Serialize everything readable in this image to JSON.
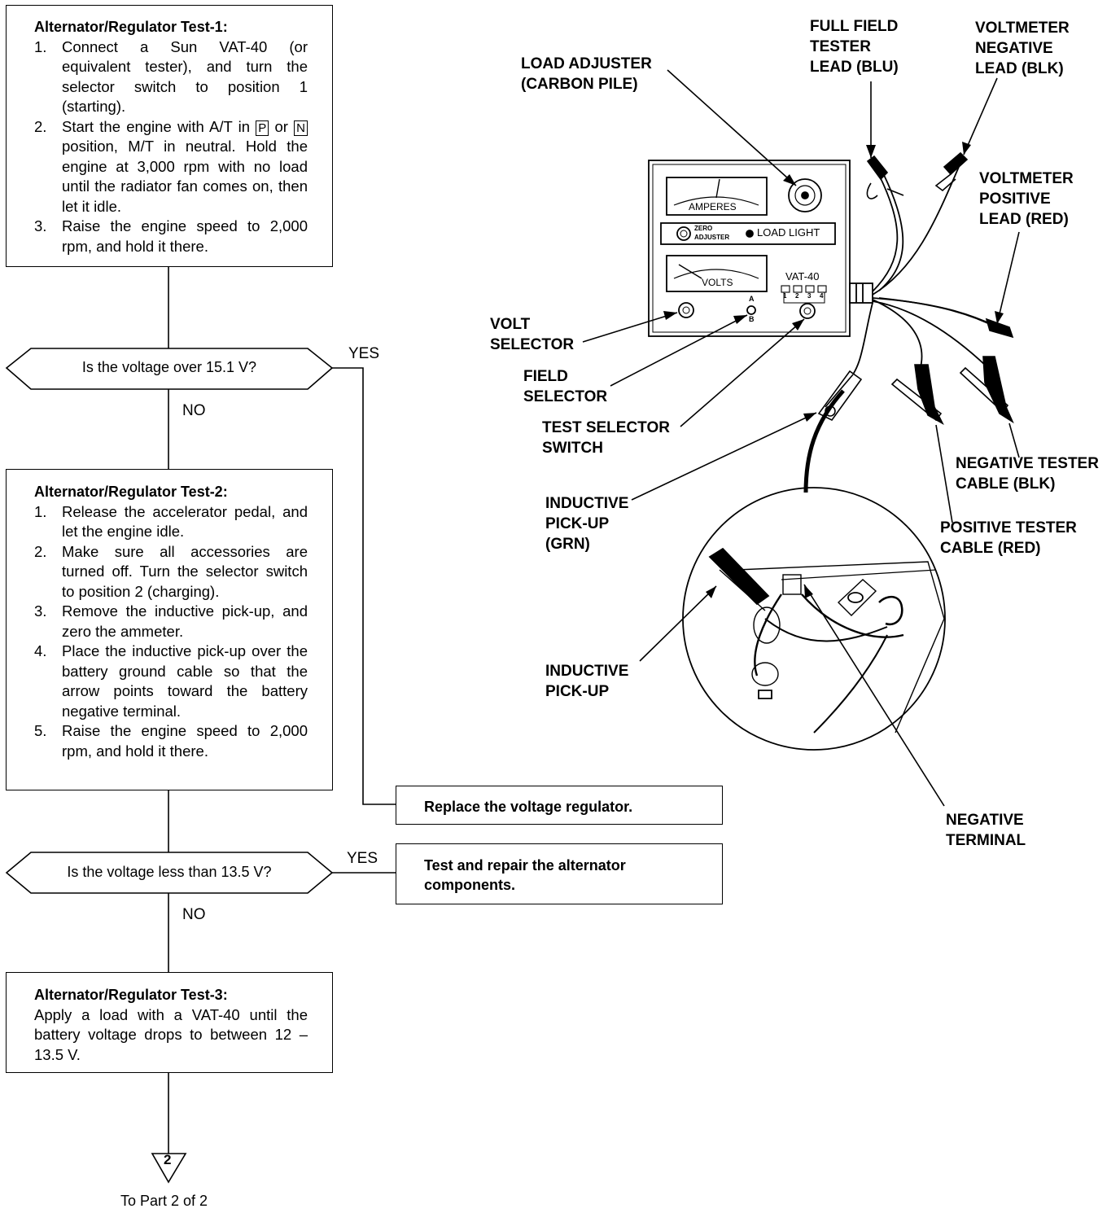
{
  "flow": {
    "test1": {
      "title": "Alternator/Regulator Test-1:",
      "steps": [
        {
          "num": "1.",
          "text": "Connect a Sun VAT-40 (or equivalent tester), and turn the selector switch to position 1 (starting)."
        },
        {
          "num": "2.",
          "pre": "Start the engine with A/T in",
          "key1": "P",
          "mid": "or",
          "key2": "N",
          "post": "position, M/T in neutral. Hold the engine at 3,000 rpm with no load until the radiator fan comes on, then let it idle."
        },
        {
          "num": "3.",
          "text": "Raise the engine speed to 2,000 rpm, and hold it there."
        }
      ]
    },
    "decision1": {
      "question": "Is the voltage over 15.1 V?",
      "yes": "YES",
      "no": "NO"
    },
    "test2": {
      "title": "Alternator/Regulator Test-2:",
      "steps": [
        {
          "num": "1.",
          "text": "Release the accelerator pedal, and let the engine idle."
        },
        {
          "num": "2.",
          "text": "Make sure all accessories are turned off. Turn the selector switch to position 2 (charging)."
        },
        {
          "num": "3.",
          "text": "Remove the inductive pick-up, and zero the ammeter."
        },
        {
          "num": "4.",
          "text": "Place the inductive pick-up over the battery ground cable so that the arrow points toward the battery negative terminal."
        },
        {
          "num": "5.",
          "text": "Raise the engine speed to 2,000 rpm, and hold it there."
        }
      ]
    },
    "result1": "Replace the voltage regulator.",
    "decision2": {
      "question": "Is the voltage less than 13.5 V?",
      "yes": "YES",
      "no": "NO"
    },
    "result2": "Test and repair the alternator components.",
    "test3": {
      "title": "Alternator/Regulator Test-3:",
      "text": "Apply a load with a VAT-40 until the battery voltage drops to between 12 – 13.5 V."
    },
    "connector": {
      "number": "2",
      "caption": "To Part 2 of 2"
    }
  },
  "tester": {
    "ammeter_label": "AMPERES",
    "voltmeter_label": "VOLTS",
    "zero_adjuster": [
      "ZERO",
      "ADJUSTER"
    ],
    "load_light": "LOAD LIGHT",
    "model": "VAT-40",
    "positions": [
      "1",
      "2",
      "3",
      "4"
    ],
    "field_positions": [
      "A",
      "B"
    ]
  },
  "callouts": {
    "load_adjuster": [
      "LOAD ADJUSTER",
      "(CARBON PILE)"
    ],
    "full_field": [
      "FULL FIELD",
      "TESTER",
      "LEAD (BLU)"
    ],
    "volt_neg": [
      "VOLTMETER",
      "NEGATIVE",
      "LEAD (BLK)"
    ],
    "volt_pos": [
      "VOLTMETER",
      "POSITIVE",
      "LEAD (RED)"
    ],
    "volt_selector": [
      "VOLT",
      "SELECTOR"
    ],
    "field_selector": [
      "FIELD",
      "SELECTOR"
    ],
    "test_selector": [
      "TEST SELECTOR",
      "SWITCH"
    ],
    "inductive_grn": [
      "INDUCTIVE",
      "PICK-UP",
      "(GRN)"
    ],
    "neg_cable": [
      "NEGATIVE TESTER",
      "CABLE (BLK)"
    ],
    "pos_cable": [
      "POSITIVE TESTER",
      "CABLE (RED)"
    ],
    "inductive": [
      "INDUCTIVE",
      "PICK-UP"
    ],
    "neg_terminal": [
      "NEGATIVE",
      "TERMINAL"
    ]
  }
}
